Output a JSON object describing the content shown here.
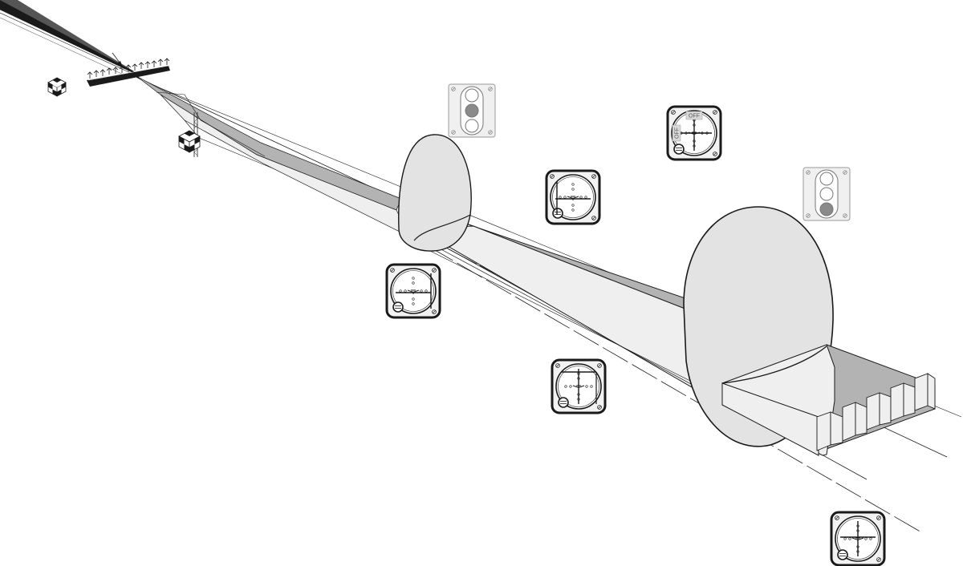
{
  "colors": {
    "line": "#1a1a1a",
    "beam_light": "#efefef",
    "beam_dark": "#b3b3b3",
    "lobe_fill": "#e3e3e3",
    "instrument_face": "#ffffff",
    "instrument_frame": "#f2f2f2",
    "light_panel": "#f0f0f0",
    "light_on": "#8a8a8a",
    "light_off": "#ffffff"
  },
  "glideslope": {
    "flag_label": "OFF"
  },
  "instrument_panels": [
    {
      "id": "ils-indicator-1",
      "flag_visible": false
    },
    {
      "id": "ils-indicator-2",
      "flag_visible": false
    },
    {
      "id": "ils-indicator-3",
      "flag_visible": false
    },
    {
      "id": "ils-indicator-4",
      "flag_visible": true
    },
    {
      "id": "ils-indicator-5",
      "flag_visible": false
    }
  ],
  "marker_lights": [
    {
      "id": "marker-light-middle",
      "lit_lamp": "middle"
    },
    {
      "id": "marker-light-bottom",
      "lit_lamp": "bottom"
    }
  ],
  "icons": [
    "localizer-antenna-array",
    "glideslope-checker-icon",
    "glideslope-tower-icon",
    "ils-indicator-icon",
    "marker-beacon-light-icon"
  ]
}
